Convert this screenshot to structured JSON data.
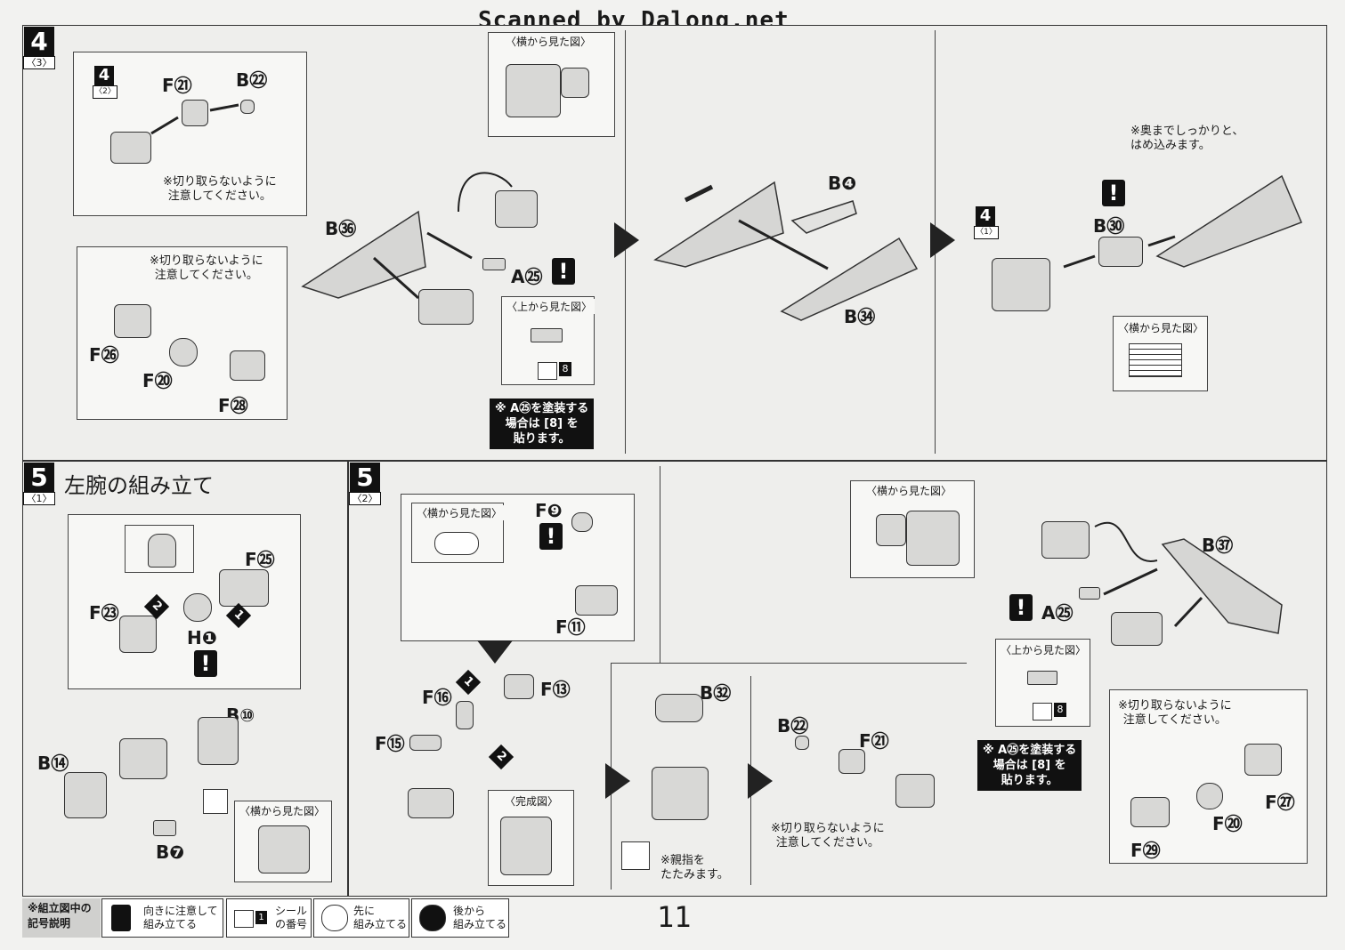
{
  "header": {
    "scan_credit": "Scanned by Dalong.net"
  },
  "step4_3": {
    "step_number": "4",
    "step_sub": "〈3〉",
    "inset_step_ref": {
      "number": "4",
      "sub": "〈2〉"
    },
    "labels": {
      "F21": "F㉑",
      "B22": "B㉒",
      "B36": "B㊱",
      "A25": "A㉕",
      "F26": "F㉖",
      "F20": "F⑳",
      "F28": "F㉘",
      "B4": "B❹",
      "B34": "B㉞",
      "B30": "B㉚"
    },
    "notes": {
      "no_cut_1": "※切り取らないように\n注意してください。",
      "no_cut_2": "※切り取らないように\n注意してください。",
      "side_view_1": "〈横から見た図〉",
      "top_view_1": "〈上から見た図〉",
      "seal_num": "8",
      "paint_note": "※ A㉕を塗装する\n場合は [8] を\n貼ります。",
      "press_note": "※奥までしっかりと、\nはめ込みます。",
      "side_view_2": "〈横から見た図〉"
    },
    "inset_step_ref_2": {
      "number": "4",
      "sub": "〈1〉"
    }
  },
  "step5_1": {
    "step_number": "5",
    "step_sub": "〈1〉",
    "title": "左腕の組み立て",
    "labels": {
      "F25": "F㉕",
      "F23": "F㉓",
      "H1": "H❶",
      "B10": "B⑩",
      "B14": "B⑭",
      "B7": "B❼"
    },
    "order": {
      "one": "1",
      "two": "2"
    },
    "notes": {
      "side_view": "〈横から見た図〉"
    }
  },
  "step5_2": {
    "step_number": "5",
    "step_sub": "〈2〉",
    "labels": {
      "F9": "F❾",
      "F11": "F⑪",
      "F16": "F⑯",
      "F13": "F⑬",
      "F15": "F⑮",
      "B32": "B㉜",
      "B22": "B㉒",
      "F21": "F㉑",
      "B37": "B㊲",
      "A25": "A㉕",
      "F27": "F㉗",
      "F20": "F⑳",
      "F29": "F㉙"
    },
    "order": {
      "one": "1",
      "two": "2"
    },
    "notes": {
      "side_view_1": "〈横から見た図〉",
      "complete_view": "〈完成図〉",
      "thumb_note": "※親指を\nたたみます。",
      "no_cut_1": "※切り取らないように\n注意してください。",
      "side_view_2": "〈横から見た図〉",
      "top_view": "〈上から見た図〉",
      "seal_num": "8",
      "paint_note": "※ A㉕を塗装する\n場合は [8] を\n貼ります。",
      "no_cut_2": "※切り取らないように\n注意してください。"
    }
  },
  "legend": {
    "title": "※組立図中の\n記号説明",
    "items": [
      {
        "icon": "!",
        "text": "向きに注意して\n組み立てる"
      },
      {
        "icon": "1",
        "text": "シール\nの番号"
      },
      {
        "icon": "front",
        "text": "先に\n組み立てる"
      },
      {
        "icon": "back",
        "text": "後から\n組み立てる"
      }
    ]
  },
  "page_number": "11"
}
